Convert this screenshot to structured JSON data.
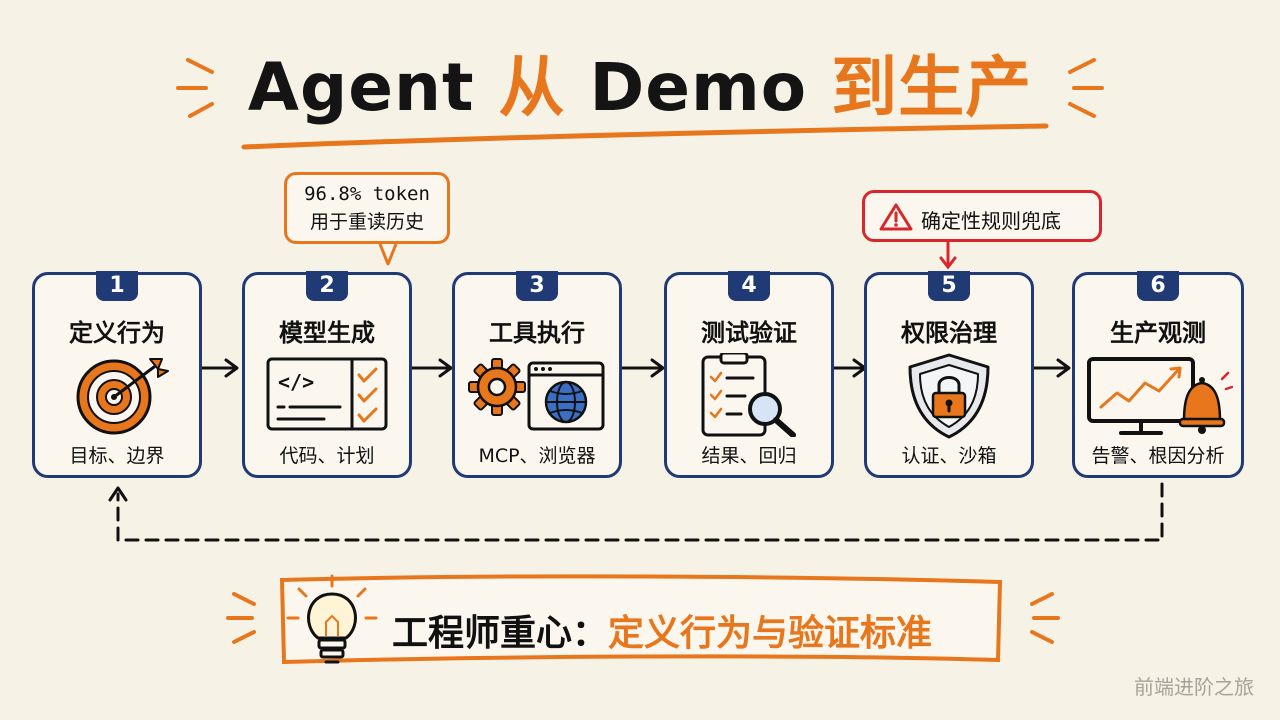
{
  "title": {
    "part1": "Agent ",
    "part2": "从 ",
    "part3": "Demo ",
    "part4": "到生产"
  },
  "steps": [
    {
      "num": "1",
      "title": "定义行为",
      "subtitle": "目标、边界",
      "icon": "target-icon"
    },
    {
      "num": "2",
      "title": "模型生成",
      "subtitle": "代码、计划",
      "icon": "code-checklist-icon"
    },
    {
      "num": "3",
      "title": "工具执行",
      "subtitle": "MCP、浏览器",
      "icon": "gear-browser-icon"
    },
    {
      "num": "4",
      "title": "测试验证",
      "subtitle": "结果、回归",
      "icon": "clipboard-magnifier-icon"
    },
    {
      "num": "5",
      "title": "权限治理",
      "subtitle": "认证、沙箱",
      "icon": "shield-lock-icon"
    },
    {
      "num": "6",
      "title": "生产观测",
      "subtitle": "告警、根因分析",
      "icon": "monitor-alarm-icon"
    }
  ],
  "callouts": {
    "step2": {
      "line1": "96.8% token",
      "line2": "用于重读历史"
    },
    "step5": {
      "text": "确定性规则兜底",
      "icon": "warning-icon"
    }
  },
  "bottom": {
    "label": "工程师重心：",
    "highlight": "定义行为与验证标准",
    "icon": "lightbulb-icon"
  },
  "watermark": "前端进阶之旅",
  "colors": {
    "navy": "#1f3a74",
    "orange": "#e8761c",
    "red": "#d9262c",
    "background": "#f7f2e6"
  }
}
